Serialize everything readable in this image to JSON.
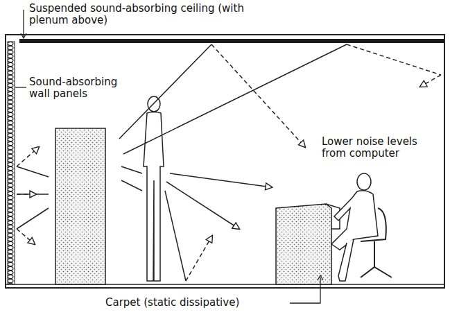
{
  "diagram": {
    "labels": [
      "Suspended sound-absorbing ceiling (with plenum above)",
      "Sound-absorbing wall panels",
      "Lower noise levels from computer",
      "Carpet (static dissipative)"
    ]
  }
}
